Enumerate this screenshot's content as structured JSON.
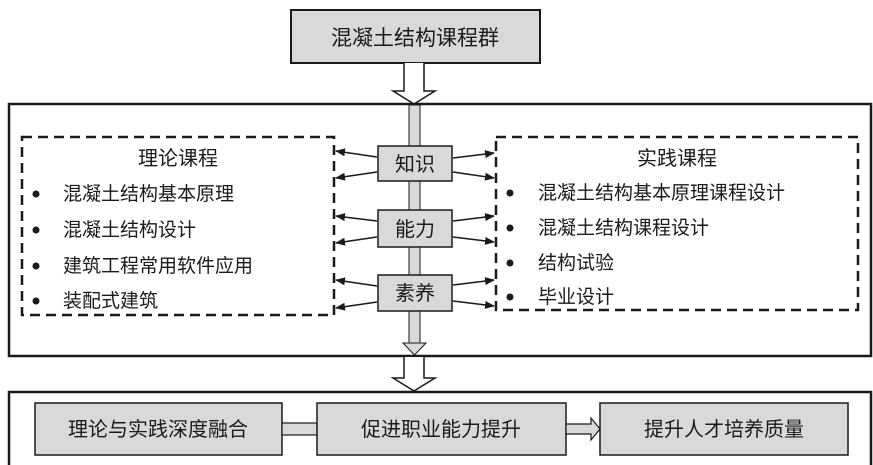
{
  "top": {
    "title": "混凝土结构课程群"
  },
  "middle": {
    "theory": {
      "title": "理论课程",
      "items": [
        "混凝土结构基本原理",
        "混凝土结构设计",
        "建筑工程常用软件应用",
        "装配式建筑"
      ]
    },
    "center": [
      "知识",
      "能力",
      "素养"
    ],
    "practice": {
      "title": "实践课程",
      "items": [
        "混凝土结构基本原理课程设计",
        "混凝土结构课程设计",
        "结构试验",
        "毕业设计"
      ]
    }
  },
  "bottom": {
    "steps": [
      "理论与实践深度融合",
      "促进职业能力提升",
      "提升人才培养质量"
    ]
  },
  "colors": {
    "box_fill": "#d9d9d9",
    "stroke": "#1a1a1a",
    "background": "#ffffff"
  },
  "bullet": "•"
}
